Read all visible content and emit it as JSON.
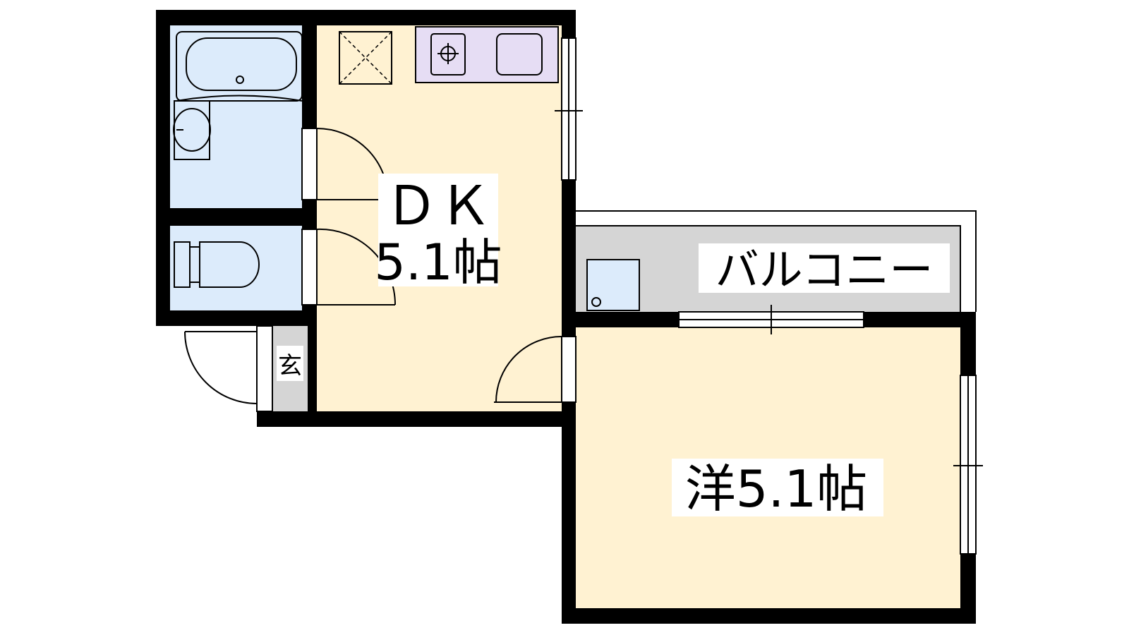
{
  "rooms": {
    "dk": {
      "name": "ＤＫ",
      "size": "5.1帖"
    },
    "western": {
      "name": "洋",
      "size": "5.1帖"
    },
    "balcony": {
      "name": "バルコニー"
    },
    "entrance": {
      "name": "玄"
    }
  },
  "colors": {
    "living_floor": "#fff2d2",
    "wet_area": "#dcebfb",
    "kitchen_counter": "#e6ddf4",
    "balcony_floor": "#d5d5d5",
    "genkan_floor": "#d5d5d5",
    "wall": "#000000",
    "background": "#ffffff"
  }
}
